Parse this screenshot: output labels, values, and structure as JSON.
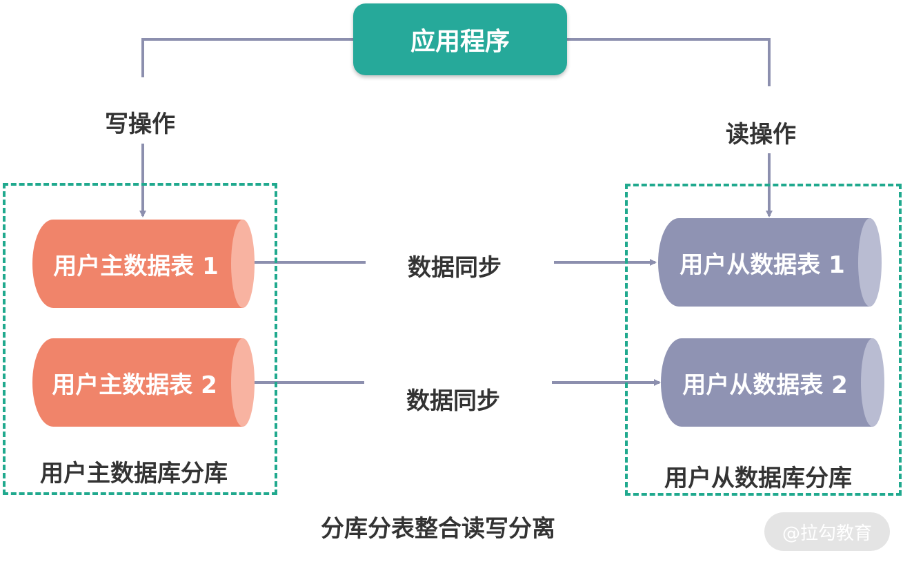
{
  "app": {
    "label": "应用程序"
  },
  "operations": {
    "write": "写操作",
    "read": "读操作"
  },
  "master": {
    "table1": "用户主数据表 1",
    "table2": "用户主数据表 2",
    "group_label": "用户主数据库分库"
  },
  "slave": {
    "table1": "用户从数据表 1",
    "table2": "用户从数据表 2",
    "group_label": "用户从数据库分库"
  },
  "sync": {
    "label1": "数据同步",
    "label2": "数据同步"
  },
  "caption": "分库分表整合读写分离",
  "watermark": "@拉勾教育",
  "colors": {
    "app": "#26a99a",
    "master": "#f0846a",
    "slave": "#8f93b3",
    "dashed_border": "#20a98e",
    "connector": "#8c8fae"
  }
}
